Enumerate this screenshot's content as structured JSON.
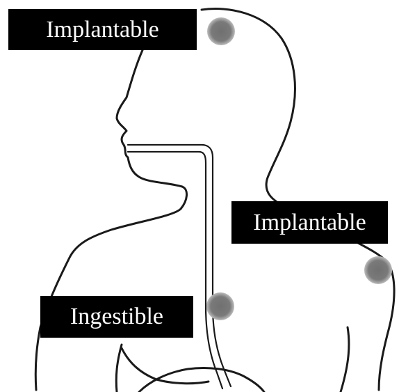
{
  "labels": {
    "head": "Implantable",
    "shoulder": "Implantable",
    "gut": "Ingestible"
  },
  "colors": {
    "outline": "#1a1a1a",
    "device_dot": "#6e6e6e",
    "label_bg": "#000000",
    "label_text": "#ffffff"
  },
  "icons": {
    "device": "gray-circle",
    "body": "human-upper-body-outline"
  }
}
